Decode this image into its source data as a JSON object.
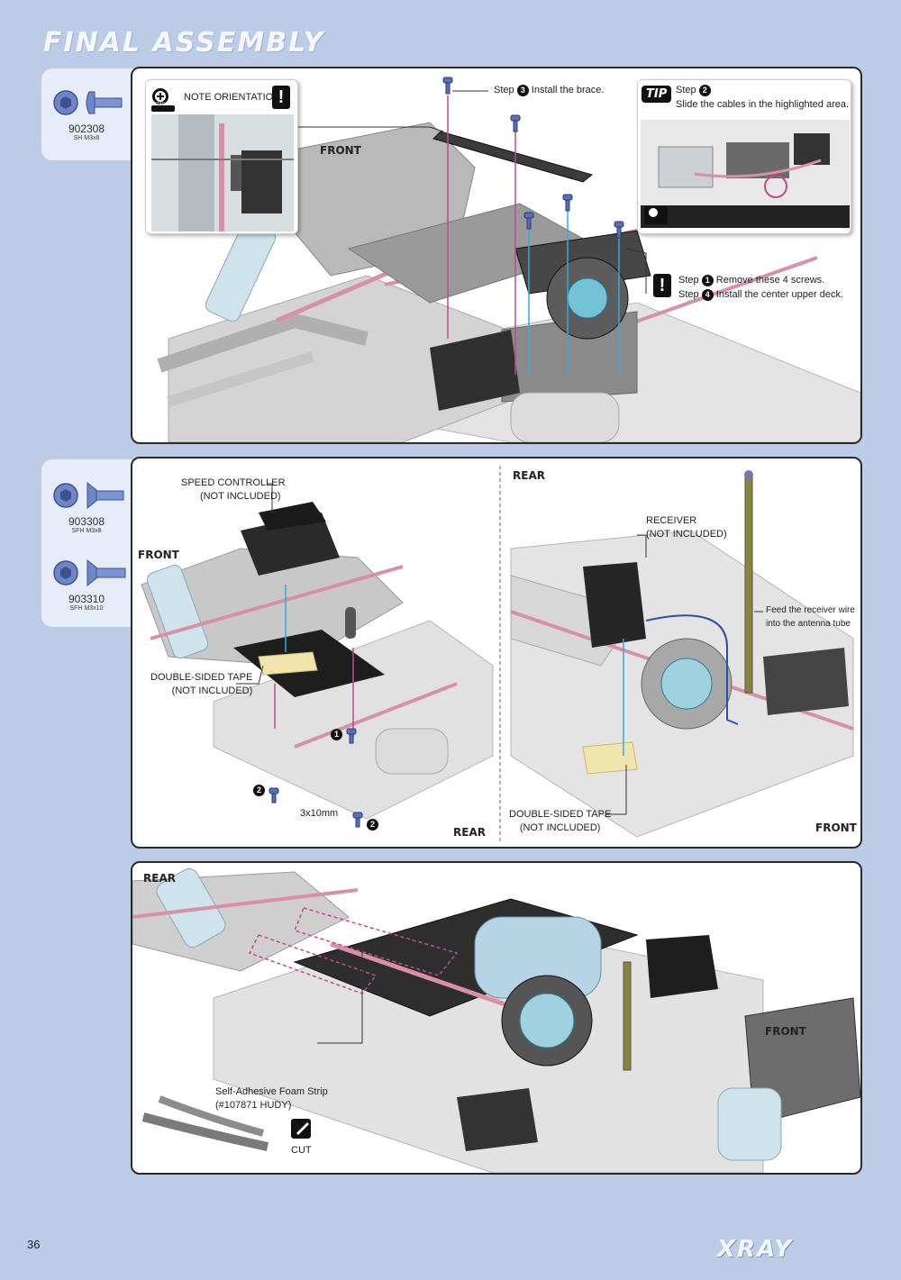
{
  "page": {
    "title": "FINAL ASSEMBLY",
    "page_number": "36",
    "brand_logo": "XRAY"
  },
  "section1": {
    "parts": [
      {
        "number": "902308",
        "spec": "SH M3x8",
        "icon": "button-head-screw-icon"
      }
    ],
    "note_orientation": "NOTE ORIENTATION",
    "detail_badge": "DETAIL",
    "front_label": "FRONT",
    "step3": "Step",
    "step3_badge": "3",
    "step3_text": "Install the brace.",
    "tip_label": "TIP",
    "tip_step": "Step",
    "tip_step_badge": "2",
    "tip_text": "Slide the cables in the highlighted area.",
    "step1": "Step",
    "step1_badge": "1",
    "step1_text": "Remove these 4 screws.",
    "step4": "Step",
    "step4_badge": "4",
    "step4_text": "Install the center upper deck."
  },
  "section2": {
    "parts": [
      {
        "number": "903308",
        "spec": "SFH M3x8",
        "icon": "flat-head-screw-icon"
      },
      {
        "number": "903310",
        "spec": "SFH M3x10",
        "icon": "flat-head-screw-icon"
      }
    ],
    "left": {
      "speed_controller_1": "SPEED CONTROLLER",
      "speed_controller_2": "(NOT INCLUDED)",
      "tape_1": "DOUBLE-SIDED TAPE",
      "tape_2": "(NOT INCLUDED)",
      "front_label": "FRONT",
      "rear_label": "REAR",
      "screw_size": "3x10mm",
      "badge1": "1",
      "badge2a": "2",
      "badge2b": "2"
    },
    "right": {
      "rear_label": "REAR",
      "receiver_1": "RECEIVER",
      "receiver_2": "(NOT INCLUDED)",
      "feed_1": "Feed the receiver wire",
      "feed_2": "into the antenna tube",
      "tape_1": "DOUBLE-SIDED TAPE",
      "tape_2": "(NOT INCLUDED)",
      "front_label": "FRONT"
    }
  },
  "section3": {
    "rear_label": "REAR",
    "front_label": "FRONT",
    "foam_1": "Self-Adhesive Foam Strip",
    "foam_2": "(#107871 HUDY)",
    "cut_label": "CUT"
  }
}
